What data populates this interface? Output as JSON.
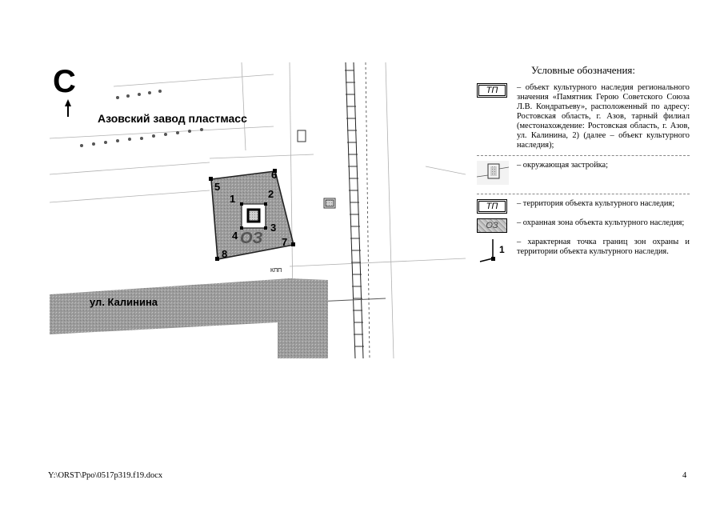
{
  "map": {
    "plant_label": "Азовский завод пластмасс",
    "street_label": "ул. Калинина",
    "zone_label": "ОЗ",
    "kpp_label": "КПП",
    "points": [
      "1",
      "2",
      "3",
      "4",
      "5",
      "6",
      "7",
      "8"
    ]
  },
  "north": {
    "letter": "С"
  },
  "legend": {
    "title": "Условные обозначения:",
    "items": [
      {
        "symbol": "ТП",
        "text": "– объект культурного наследия регионального значения «Памятник Герою Советского Союза Л.В. Кондратьеву», расположенный по адресу: Ростовская область, г. Азов, тарный филиал (местонахождение: Ростовская область, г. Азов, ул. Калинина, 2) (далее – объект культурного наследия);"
      },
      {
        "symbol": "",
        "text": "– окружающая застройка;"
      },
      {
        "symbol": "ТП",
        "text": "– территория объекта культурного наследия;"
      },
      {
        "symbol": "ОЗ",
        "text": "– охранная зона объекта культурного наследия;"
      },
      {
        "symbol": "1",
        "text": "– характерная точка границ зон охраны и территории объекта культурного наследия."
      }
    ]
  },
  "footer": {
    "path": "Y:\\ORST\\Ppo\\0517p319.f19.docx",
    "page": "4"
  }
}
